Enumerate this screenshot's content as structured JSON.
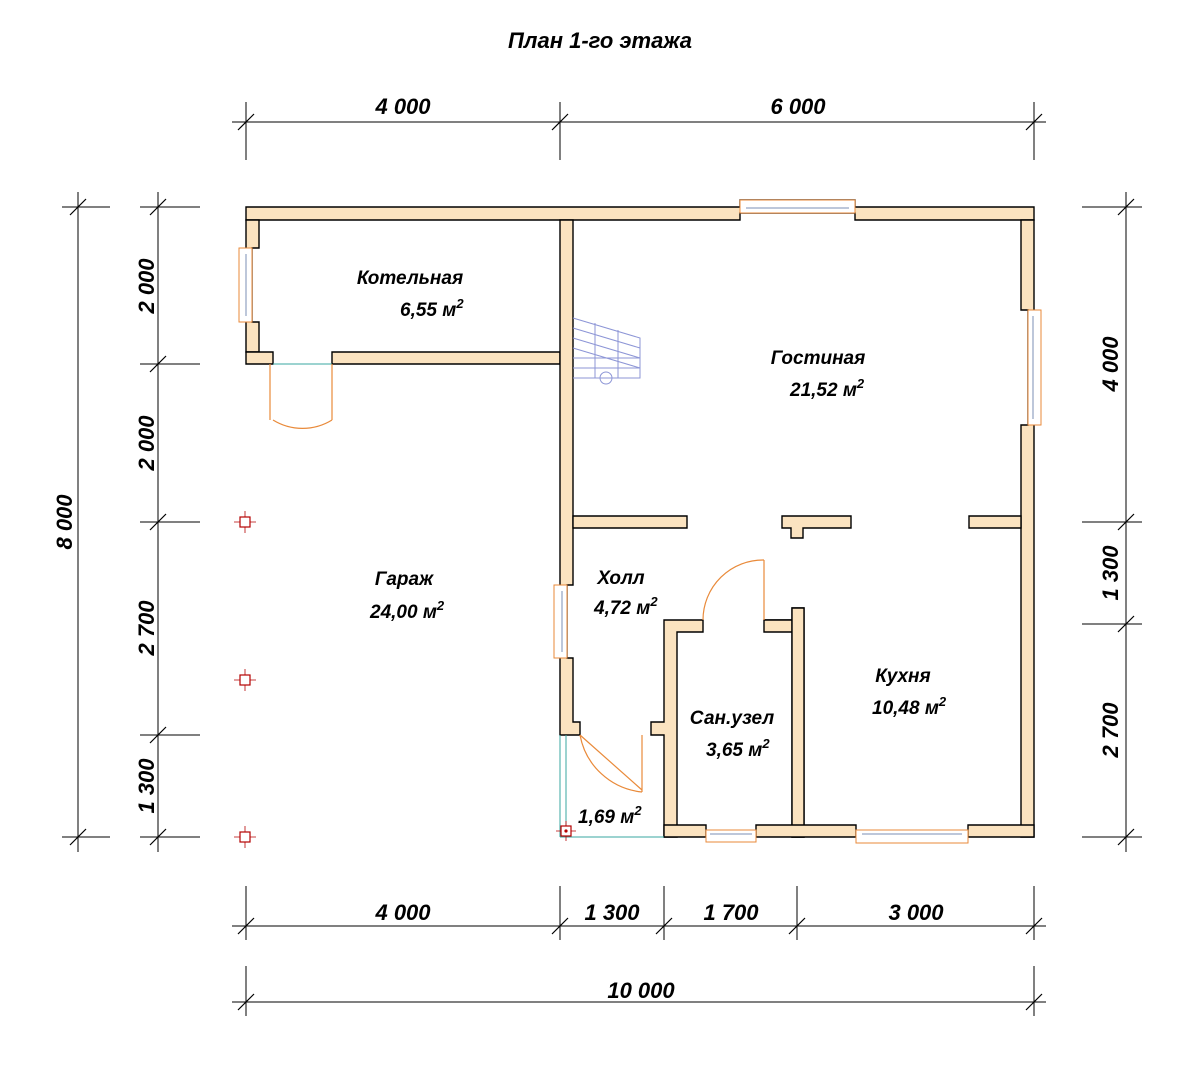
{
  "title": "План 1-го этажа",
  "dims": {
    "top": [
      "4 000",
      "6 000"
    ],
    "bottom": [
      "4 000",
      "1 300",
      "1 700",
      "3 000"
    ],
    "total_width": "10 000",
    "left_inner": [
      "2 000",
      "2 000",
      "2 700",
      "1 300"
    ],
    "left_total": "8 000",
    "right": [
      "4 000",
      "1 300",
      "2 700"
    ]
  },
  "rooms": {
    "boiler": {
      "name": "Котельная",
      "area": "6,55 м"
    },
    "living": {
      "name": "Гостиная",
      "area": "21,52 м"
    },
    "garage": {
      "name": "Гараж",
      "area": "24,00 м"
    },
    "hall": {
      "name": "Холл",
      "area": "4,72 м"
    },
    "kitchen": {
      "name": "Кухня",
      "area": "10,48 м"
    },
    "bathroom": {
      "name": "Сан.узел",
      "area": "3,65 м"
    },
    "vestibule": {
      "area": "1,69 м"
    }
  },
  "area_unit_sup": "2"
}
